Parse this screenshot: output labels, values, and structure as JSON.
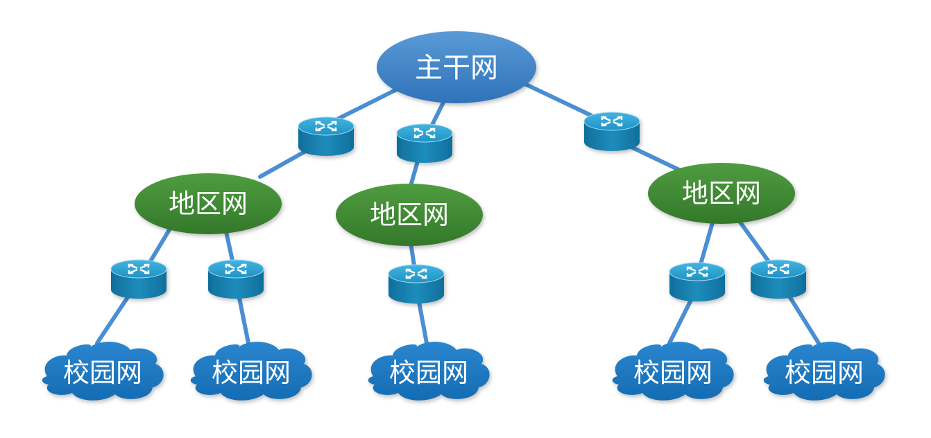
{
  "diagram": {
    "backbone": {
      "label": "主干网"
    },
    "regions": [
      {
        "label": "地区网"
      },
      {
        "label": "地区网"
      },
      {
        "label": "地区网"
      }
    ],
    "campuses": [
      {
        "label": "校园网"
      },
      {
        "label": "校园网"
      },
      {
        "label": "校园网"
      },
      {
        "label": "校园网"
      },
      {
        "label": "校园网"
      }
    ],
    "router_icon": "router-icon",
    "colors": {
      "backbone": "#3f84c8",
      "region": "#3e8a33",
      "campus": "#1d79c4",
      "link": "#4a8ed3",
      "router": "#1f8fc0"
    }
  }
}
